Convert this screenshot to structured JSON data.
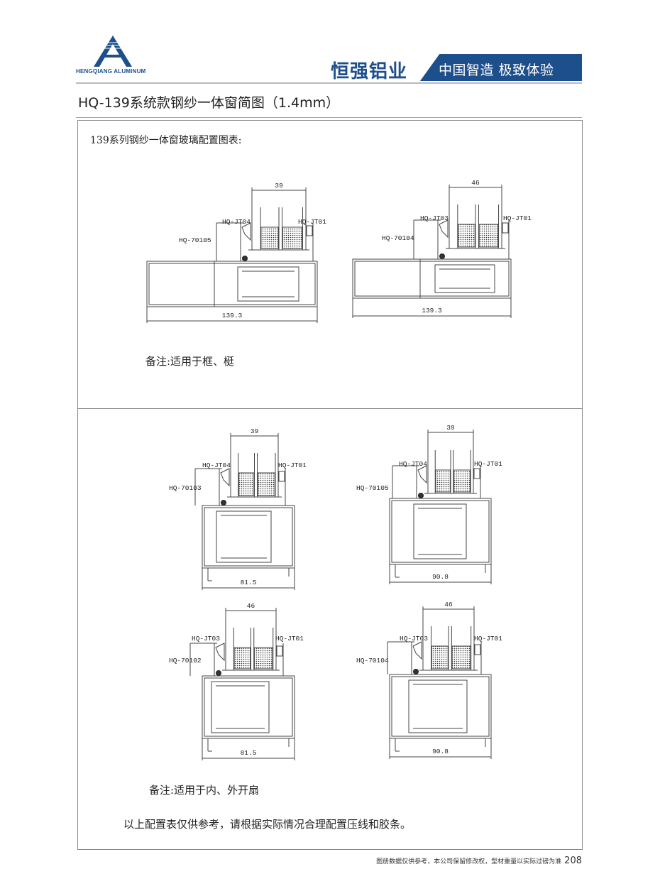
{
  "header": {
    "logo_text": "HENGQIANG ALUMINUM",
    "brand": "恒强铝业",
    "slogan": "中国智造 极致体验",
    "brand_color": "#1d4f8c"
  },
  "page_title": "HQ-139系统款钢纱一体窗简图（1.4mm）",
  "section": {
    "title": "139系列钢纱一体窗玻璃配置图表:",
    "note_top": "备注:适用于框、梃",
    "note_bottom": "备注:适用于内、外开扇",
    "disclaimer": "以上配置表仅供参考，请根据实际情况合理配置压线和胶条。"
  },
  "drawings": [
    {
      "glass_width": "39",
      "left_label": "HQ-JT04",
      "right_label": "HQ-JT01",
      "profile": "HQ-70105",
      "total_width": "139.3"
    },
    {
      "glass_width": "46",
      "left_label": "HQ-JT03",
      "right_label": "HQ-JT01",
      "profile": "HQ-70104",
      "total_width": "139.3"
    },
    {
      "glass_width": "39",
      "left_label": "HQ-JT04",
      "right_label": "HQ-JT01",
      "profile": "HQ-70103",
      "total_width": "81.5"
    },
    {
      "glass_width": "39",
      "left_label": "HQ-JT04",
      "right_label": "HQ-JT01",
      "profile": "HQ-70105",
      "total_width": "90.8"
    },
    {
      "glass_width": "46",
      "left_label": "HQ-JT03",
      "right_label": "HQ-JT01",
      "profile": "HQ-70102",
      "total_width": "81.5"
    },
    {
      "glass_width": "46",
      "left_label": "HQ-JT03",
      "right_label": "HQ-JT01",
      "profile": "HQ-70104",
      "total_width": "90.8"
    }
  ],
  "footer": {
    "text": "图册数据仅供参考，本公司保留修改权，型材重量以实际过磅为准",
    "page_number": "208"
  }
}
